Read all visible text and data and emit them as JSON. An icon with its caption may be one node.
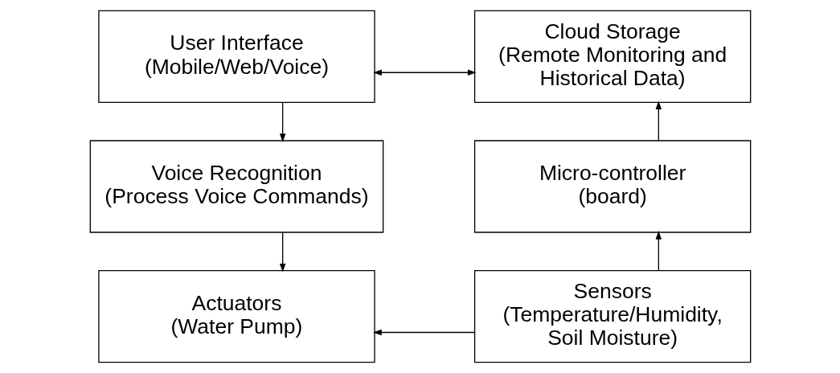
{
  "diagram": {
    "nodes": [
      {
        "text": [
          "User Interface",
          "(Mobile/Web/Voice)"
        ]
      },
      {
        "text": [
          "Cloud Storage",
          "(Remote Monitoring and Historical Data)"
        ]
      },
      {
        "text": [
          "Voice Recognition",
          "(Process Voice Commands)"
        ]
      },
      {
        "text": [
          "Micro-controller",
          "(board)"
        ]
      },
      {
        "text": [
          "Actuators",
          "(Water Pump)"
        ]
      },
      {
        "text": [
          "Sensors",
          "(Temperature/Humidity, Soil Moisture)"
        ]
      }
    ],
    "edges": [
      {
        "from": 0,
        "to": 1,
        "arrow": "both"
      },
      {
        "from": 0,
        "to": 2,
        "arrow": "to"
      },
      {
        "from": 3,
        "to": 1,
        "arrow": "to"
      },
      {
        "from": 2,
        "to": 4,
        "arrow": "to"
      },
      {
        "from": 5,
        "to": 3,
        "arrow": "to"
      },
      {
        "from": 5,
        "to": 4,
        "arrow": "to"
      }
    ]
  }
}
